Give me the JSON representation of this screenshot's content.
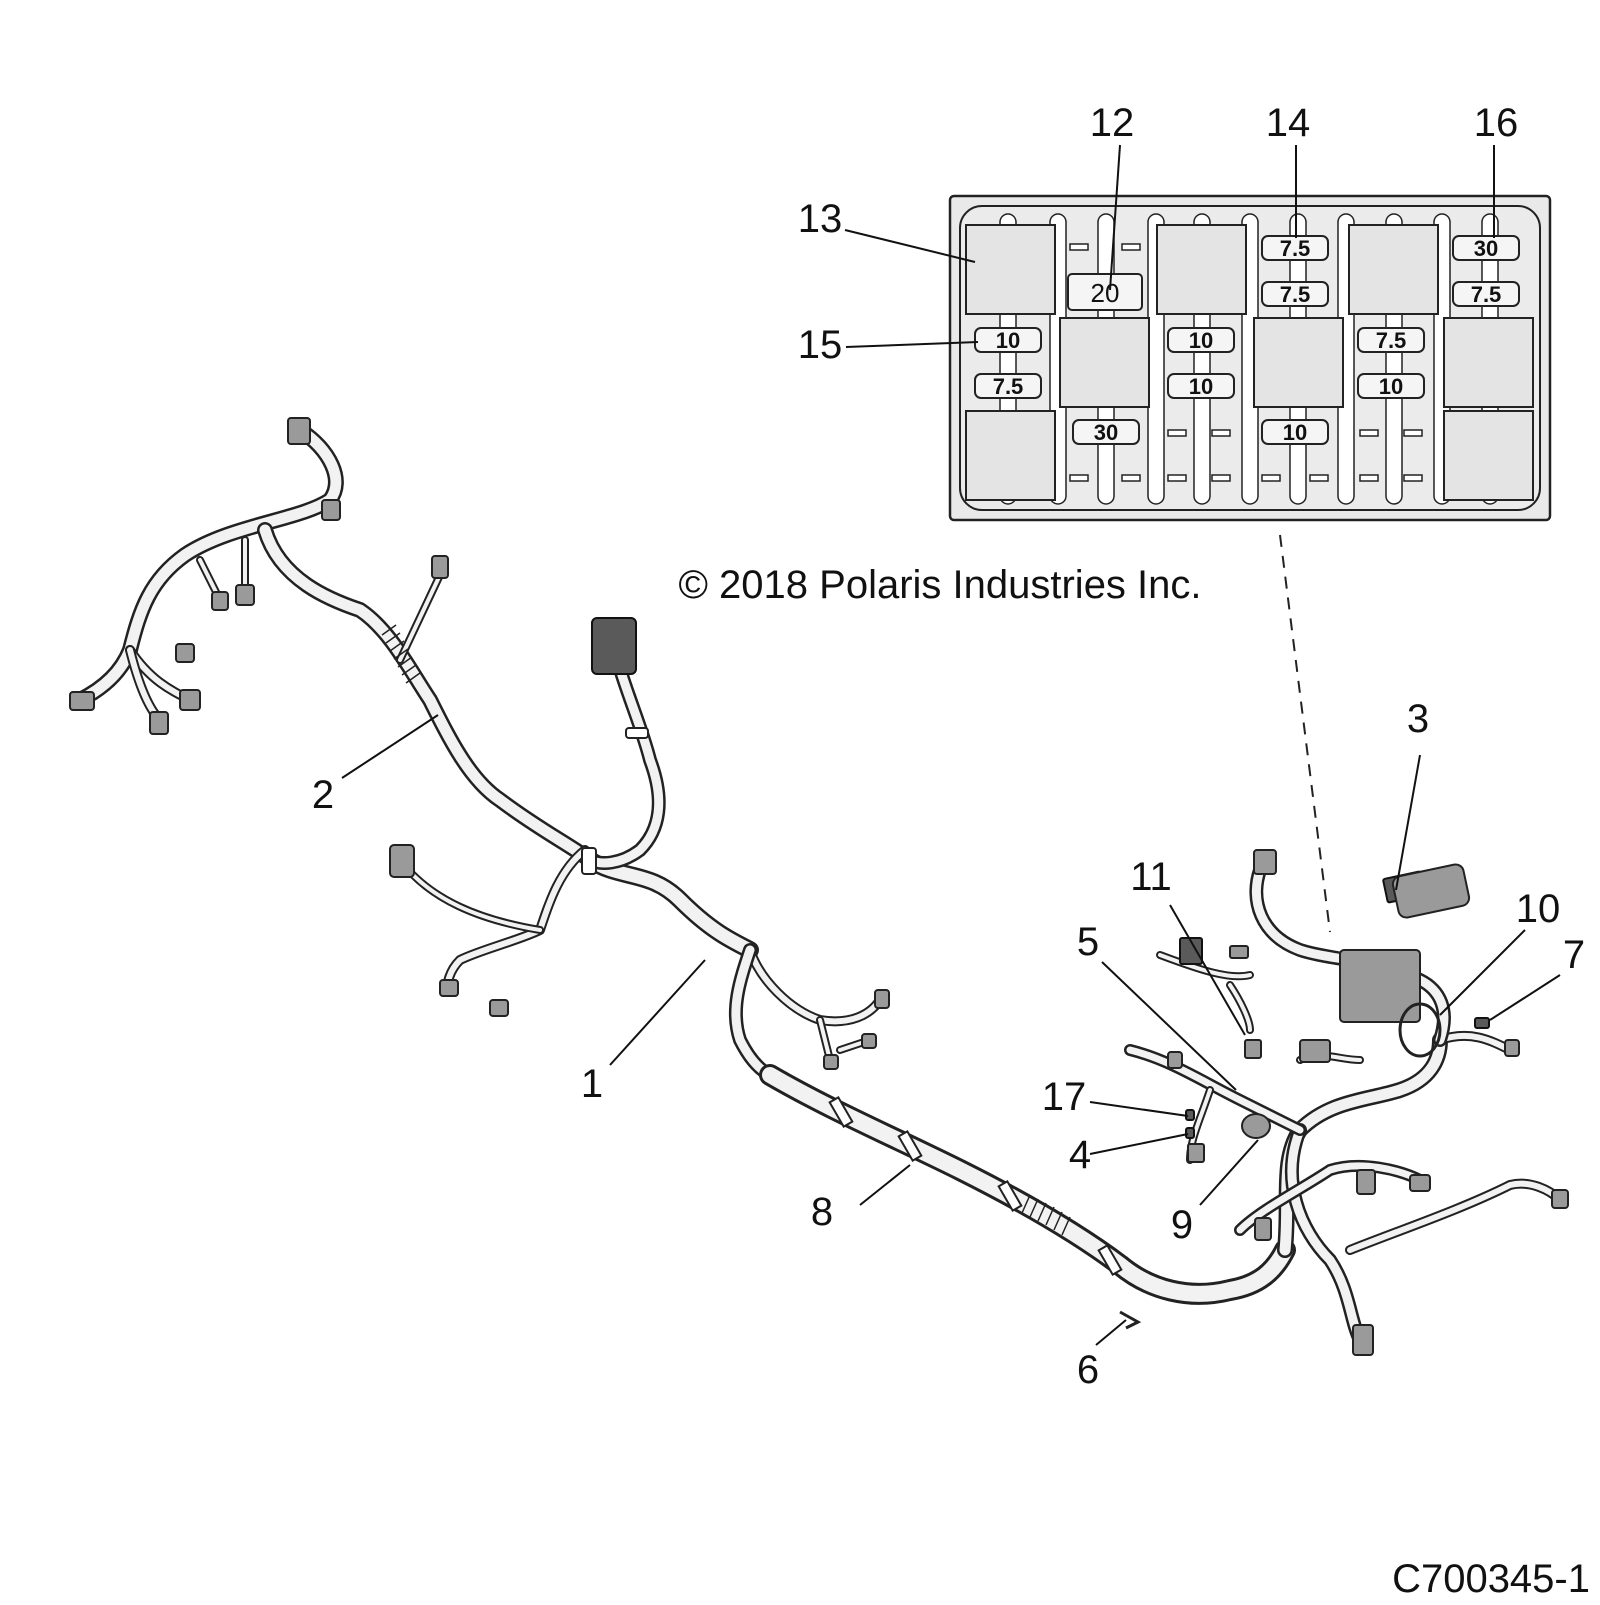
{
  "copyright": "© 2018 Polaris Industries Inc.",
  "figure_id": "C700345-1",
  "callouts": [
    "1",
    "2",
    "3",
    "4",
    "5",
    "6",
    "7",
    "8",
    "9",
    "10",
    "11",
    "12",
    "13",
    "14",
    "15",
    "16",
    "17"
  ],
  "fuses": {
    "c1_row1": "10",
    "c1_row2": "7.5",
    "c2_row0": "20",
    "c2_row3": "30",
    "c3_row1": "10",
    "c3_row2": "10",
    "c4_row0a": "7.5",
    "c4_row0b": "7.5",
    "c4_row3": "10",
    "c5_row1": "7.5",
    "c5_row2": "10",
    "c6_row0a": "30",
    "c6_row0b": "7.5"
  }
}
